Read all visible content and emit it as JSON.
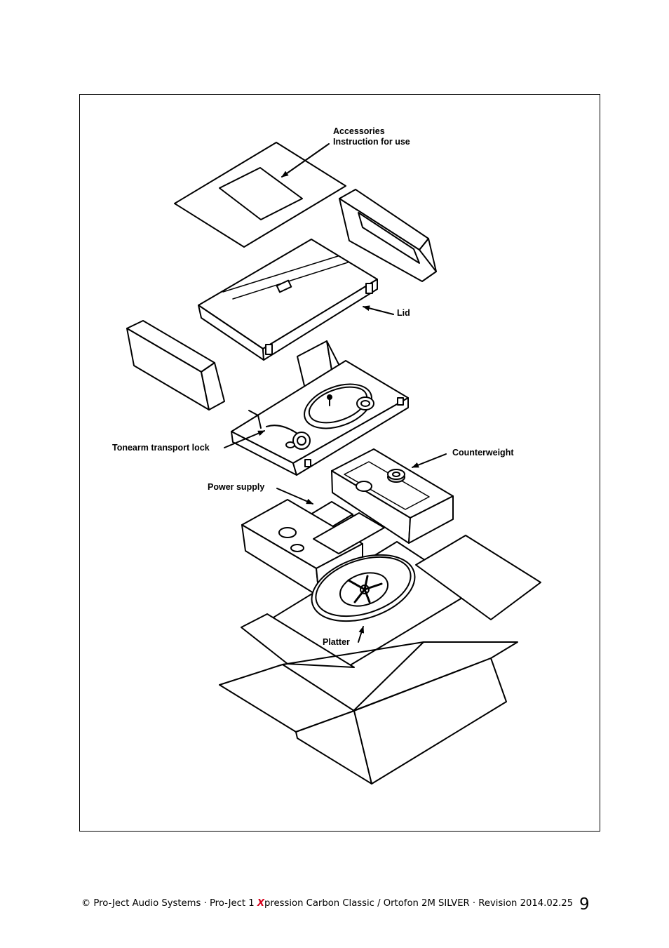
{
  "diagram": {
    "labels": {
      "accessories": "Accessories",
      "instruction": "Instruction for use",
      "lid": "Lid",
      "tonearm_lock": "Tonearm transport lock",
      "counterweight": "Counterweight",
      "power_supply": "Power supply",
      "platter": "Platter"
    }
  },
  "footer": {
    "prefix": "© Pro-Ject Audio Systems · Pro-Ject 1 ",
    "accent_letter": "X",
    "suffix": "pression Carbon Classic / Ortofon 2M SILVER  · Revision 2014.02.25",
    "page_number": "9",
    "accent_color": "#d6001c"
  }
}
